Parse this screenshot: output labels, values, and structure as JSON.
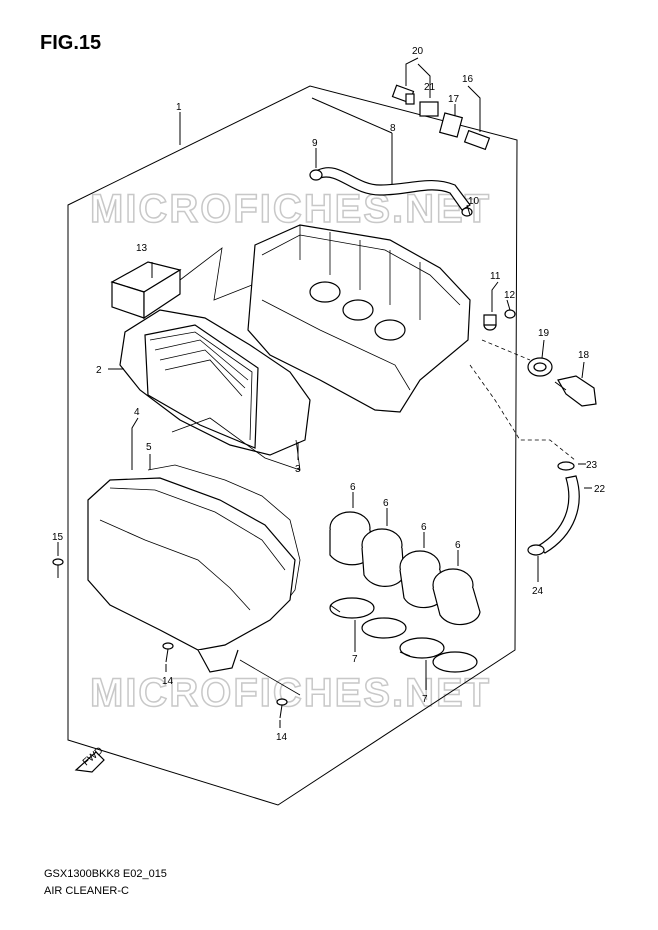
{
  "figure": {
    "title": "FIG.15",
    "model_code": "GSX1300BKK8 E02_015",
    "section_name": "AIR CLEANER-C"
  },
  "watermark": "MICROFICHES.NET",
  "fwd_label": "FWD",
  "callouts": [
    "1",
    "2",
    "3",
    "4",
    "5",
    "6",
    "6",
    "6",
    "6",
    "7",
    "7",
    "8",
    "9",
    "10",
    "11",
    "12",
    "13",
    "14",
    "14",
    "15",
    "16",
    "17",
    "18",
    "19",
    "20",
    "21",
    "22",
    "23",
    "24"
  ]
}
